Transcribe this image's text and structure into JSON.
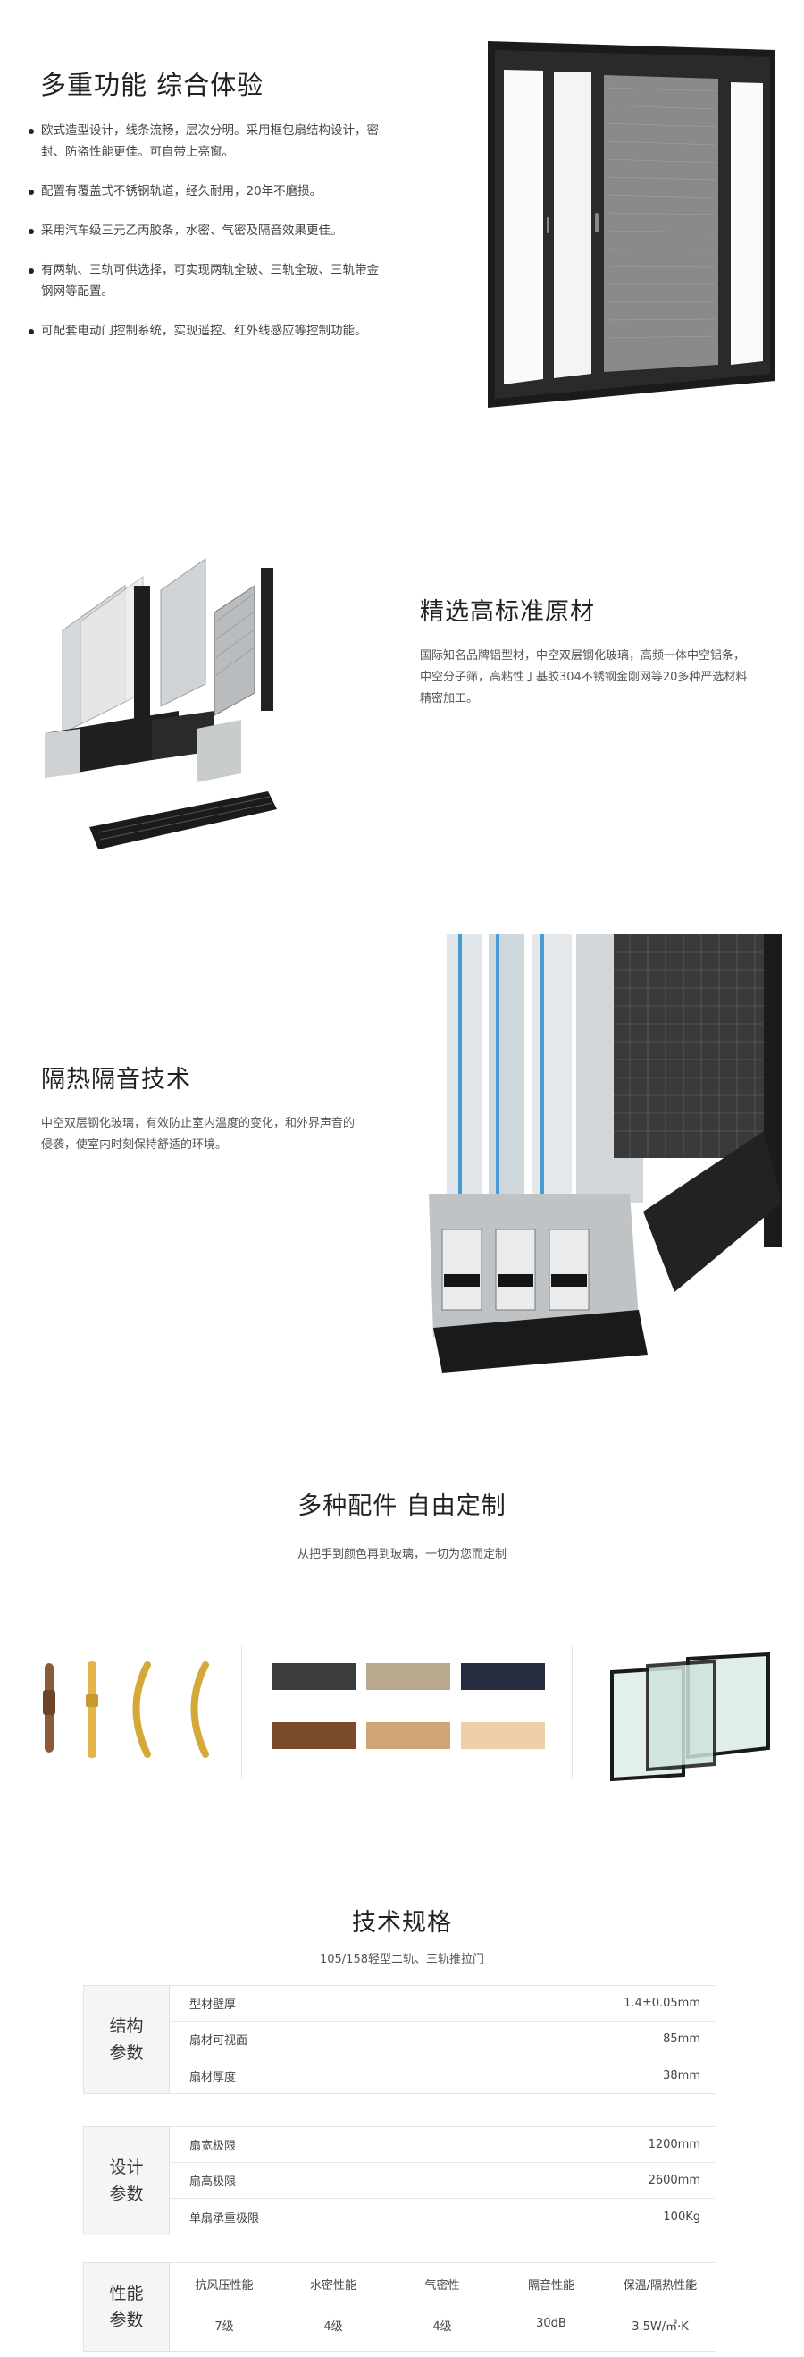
{
  "section1": {
    "title": "多重功能 综合体验",
    "items": [
      "欧式造型设计，线条流畅，层次分明。采用框包扇结构设计，密封、防盗性能更佳。可自带上亮窗。",
      "配置有覆盖式不锈钢轨道，经久耐用，20年不磨损。",
      "采用汽车级三元乙丙胶条，水密、气密及隔音效果更佳。",
      "有两轨、三轨可供选择，可实现两轨全玻、三轨全玻、三轨带金钢网等配置。",
      "可配套电动门控制系统，实现遥控、红外线感应等控制功能。"
    ]
  },
  "section2": {
    "title": "精选高标准原材",
    "text": "国际知名品牌铝型材，中空双层钢化玻璃，高频一体中空铝条，中空分子筛，高粘性丁基胶304不锈钢金刚网等20多种严选材料精密加工。"
  },
  "section3": {
    "title": "隔热隔音技术",
    "text": "中空双层钢化玻璃，有效防止室内温度的变化，和外界声音的侵袭，使室内时刻保持舒适的环境。"
  },
  "section4": {
    "title": "多种配件 自由定制",
    "subtitle": "从把手到颜色再到玻璃，一切为您而定制",
    "swatch_colors": [
      "#3b3c3e",
      "#b9a98f",
      "#272d3f",
      "#7a4a2a",
      "#cfa577",
      "#edd0a9"
    ]
  },
  "spec": {
    "title": "技术规格",
    "subtitle": "105/158轻型二轨、三轨推拉门",
    "structure": {
      "label": "结构参数",
      "rows": [
        {
          "name": "型材壁厚",
          "value": "1.4±0.05mm"
        },
        {
          "name": "扇材可视面",
          "value": "85mm"
        },
        {
          "name": "扇材厚度",
          "value": "38mm"
        }
      ]
    },
    "design": {
      "label": "设计参数",
      "rows": [
        {
          "name": "扇宽极限",
          "value": "1200mm"
        },
        {
          "name": "扇高极限",
          "value": "2600mm"
        },
        {
          "name": "单扇承重极限",
          "value": "100Kg"
        }
      ]
    },
    "performance": {
      "label": "性能参数",
      "headers": [
        "抗风压性能",
        "水密性能",
        "气密性",
        "隔音性能",
        "保温/隔热性能"
      ],
      "values": [
        "7级",
        "4级",
        "4级",
        "30dB",
        "3.5W/㎡·K"
      ]
    }
  }
}
